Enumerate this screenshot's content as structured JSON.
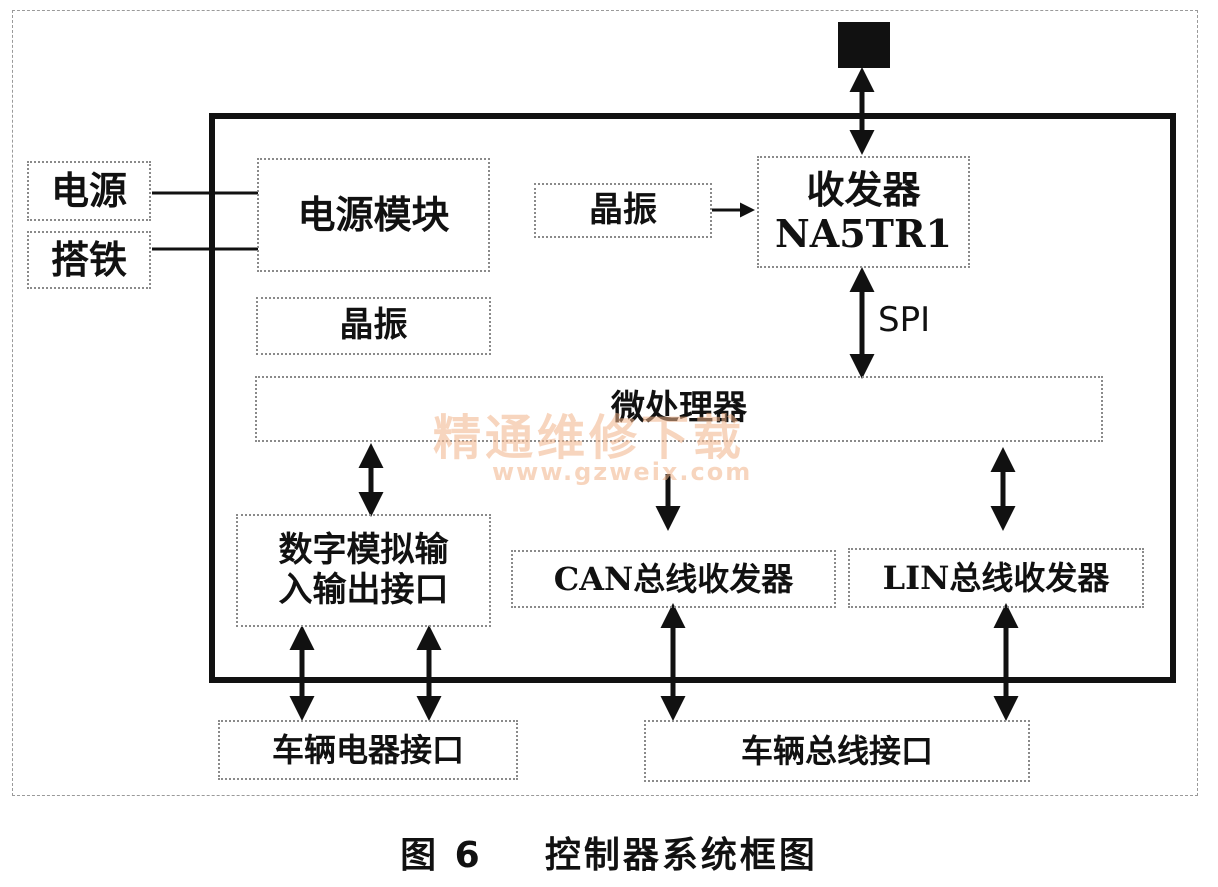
{
  "blocks": {
    "power_input": "电源",
    "ground_input": "搭铁",
    "power_module": "电源模块",
    "crystal_top": "晶振",
    "transceiver_line1": "收发器",
    "transceiver_line2": "NA5TR1",
    "crystal_left": "晶振",
    "spi_label": "SPI",
    "microprocessor": "微处理器",
    "analog_io_line1": "数字模拟输",
    "analog_io_line2": "入输出接口",
    "can_transceiver": "CAN总线收发器",
    "lin_transceiver": "LIN总线收发器",
    "vehicle_electrical_interface": "车辆电器接口",
    "vehicle_bus_interface": "车辆总线接口"
  },
  "watermark": {
    "line1": "精通维修下载",
    "line2": "www.gzweix.com"
  },
  "caption": "图 6    控制器系统框图",
  "colors": {
    "ink": "#111111",
    "dotted_border": "#8a8a8a",
    "watermark": "#f2b48a"
  },
  "icons": {
    "antenna": "antenna-icon"
  }
}
